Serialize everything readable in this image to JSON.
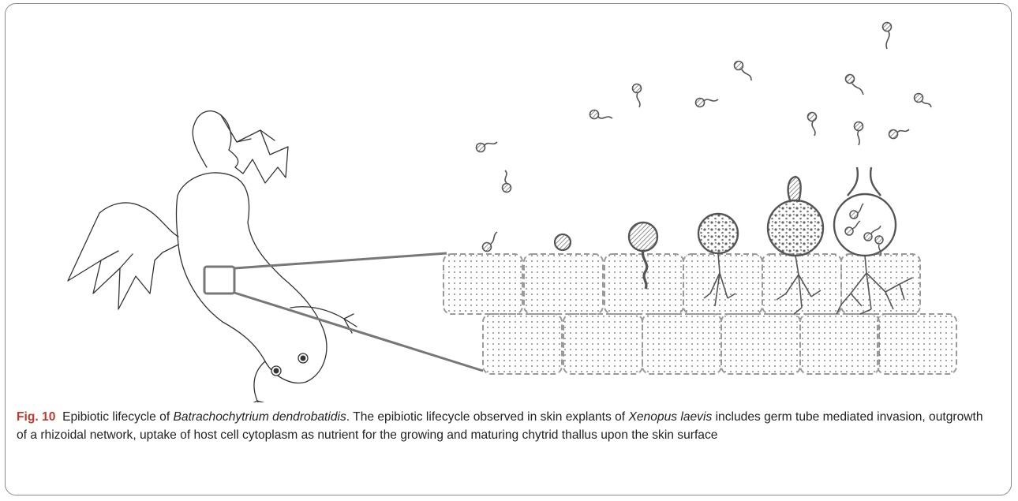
{
  "figure": {
    "label": "Fig. 10",
    "caption_title_prefix": "Epibiotic lifecycle of ",
    "caption_title_species": "Batrachochytrium dendrobatidis",
    "caption_text_1": ". The epibiotic lifecycle observed in skin explants of ",
    "caption_host_species": "Xenopus laevis",
    "caption_text_2": " includes germ tube mediated invasion, outgrowth of a rhizoidal network, uptake of host cell cytoplasm as nutrient for the growing and maturing chytrid thallus upon the skin surface"
  },
  "colors": {
    "frame": "#8a8a8a",
    "label": "#c0392b",
    "outline": "#555555",
    "cell_dash": "#9a9a9a",
    "text": "#222222"
  },
  "stages": [
    "zoospore",
    "encysted-spore",
    "germ-tube",
    "young-thallus",
    "maturing-thallus",
    "zoosporangium"
  ]
}
